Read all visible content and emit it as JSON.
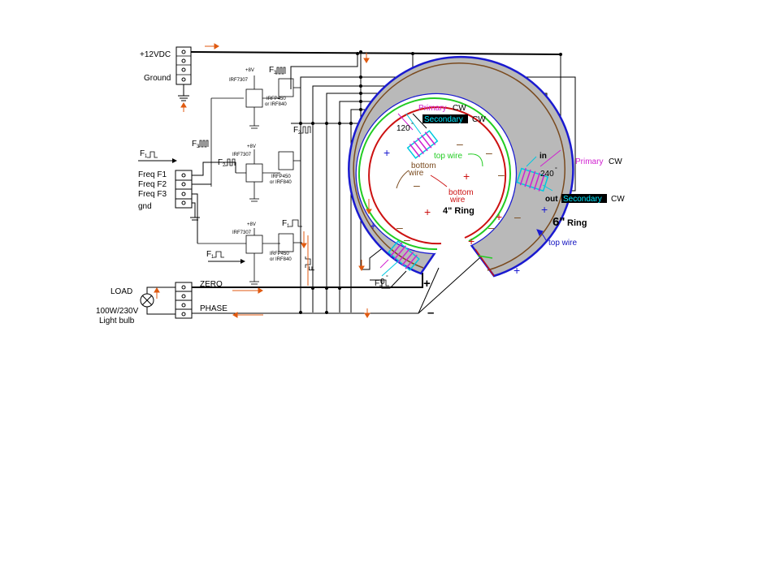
{
  "labels": {
    "supply": "+12VDC",
    "ground": "Ground",
    "freq1": "Freq F1",
    "freq2": "Freq F2",
    "freq3": "Freq F3",
    "gnd": "gnd",
    "load": "LOAD",
    "bulb": "100W/230V",
    "bulb2": "Light bulb",
    "zero": "ZERO",
    "phase": "PHASE",
    "plus": "+",
    "minus": "–"
  },
  "components": {
    "driver": "IRF7307",
    "driver_plus": "+8V",
    "mosfet1": "IRFP450",
    "mosfet2": "or IRF840"
  },
  "signals": {
    "f1": "F",
    "f1_sub": "1",
    "f2": "F",
    "f2_sub": "2",
    "f3": "F",
    "f3_sub": "3"
  },
  "coils": {
    "primary": "Primary",
    "secondary": "Secondary",
    "cw": "CW",
    "deg0": "0",
    "deg120": "120",
    "deg240": "240",
    "deg_sign": "°",
    "in": "in",
    "out": "out"
  },
  "rings": {
    "small_label": "4\" Ring",
    "large_label": "6\"",
    "large_suffix": "Ring",
    "top_wire": "top wire",
    "bottom": "bottom",
    "wire": "wire"
  },
  "colors": {
    "outer_ring": "#1a1ad0",
    "ring_core": "#b9b9b9",
    "bottom_wire_outer": "#7a4a1e",
    "top_wire_inner": "#22cc22",
    "bottom_wire_inner": "#cc1111",
    "primary": "#d020d0",
    "secondary": "#00c8e0",
    "current_arrow": "#e05a10"
  }
}
